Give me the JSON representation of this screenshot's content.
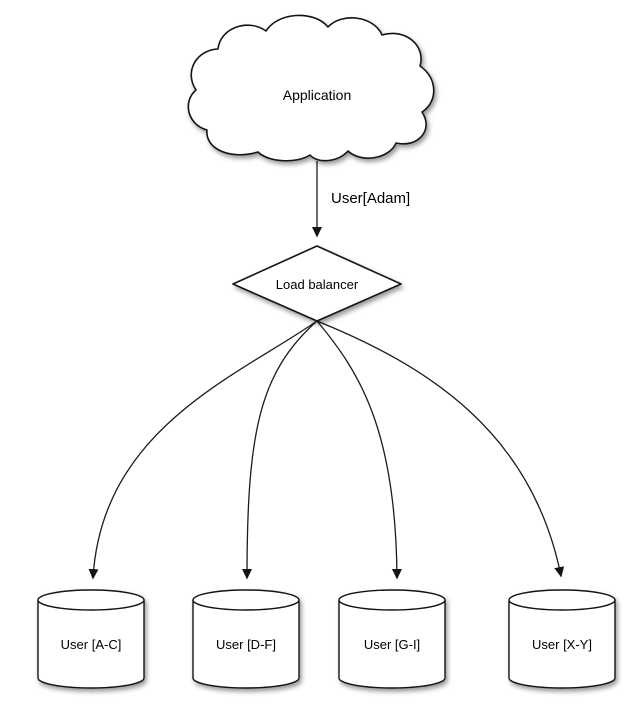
{
  "diagram": {
    "type": "sharding-architecture-flowchart",
    "background_color": "#ffffff",
    "stroke_color": "#141414",
    "shape_fill_color": "#ffffff",
    "text_color": "#000000",
    "nodes": {
      "application": {
        "label": "Application",
        "shape": "cloud"
      },
      "load_balancer": {
        "label": "Load balancer",
        "shape": "diamond"
      },
      "shards": [
        {
          "label": "User [A-C]",
          "shape": "cylinder"
        },
        {
          "label": "User [D-F]",
          "shape": "cylinder"
        },
        {
          "label": "User [G-I]",
          "shape": "cylinder"
        },
        {
          "label": "User [X-Y]",
          "shape": "cylinder"
        }
      ]
    },
    "edges": {
      "app_to_lb": {
        "from": "Application",
        "to": "Load balancer",
        "label": "User[Adam]"
      },
      "lb_to_shards": [
        {
          "from": "Load balancer",
          "to": "User [A-C]"
        },
        {
          "from": "Load balancer",
          "to": "User [D-F]"
        },
        {
          "from": "Load balancer",
          "to": "User [G-I]"
        },
        {
          "from": "Load balancer",
          "to": "User [X-Y]"
        }
      ]
    }
  }
}
